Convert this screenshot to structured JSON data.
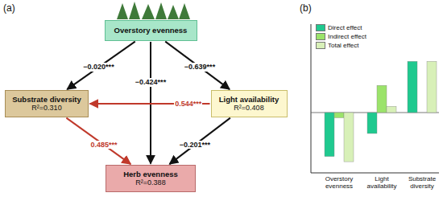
{
  "diagram": {
    "nodes": [
      {
        "text": [
          "Overstory evenness"
        ]
      },
      {
        "text": [
          "Substrate diversity",
          "R²=0.310"
        ]
      },
      {
        "text": [
          "Light availability",
          "R²=0.408"
        ]
      },
      {
        "text": [
          "Herb evenness",
          "R²=0.388"
        ]
      }
    ],
    "edges": [
      {
        "from": 0,
        "to": 1,
        "label": "−0.020***",
        "arrow": "to"
      },
      {
        "from": 0,
        "to": 2,
        "label": "−0.639***",
        "arrow": "to"
      },
      {
        "from": 0,
        "to": 3,
        "label": "−0.424***",
        "arrow": "to"
      },
      {
        "from": 2,
        "to": 1,
        "label": "0.544***",
        "arrow": "to"
      },
      {
        "from": 1,
        "to": 3,
        "label": "0.485***",
        "arrow": "to"
      },
      {
        "from": 2,
        "to": 3,
        "label": "−0.201***",
        "arrow": "to"
      }
    ],
    "labels": [
      "(a)",
      "(b)",
      "Overstory evenness",
      "Light availability",
      "Substrate diversity"
    ],
    "legend": [
      {
        "text": "Direct effect",
        "color": "#1fc98f"
      },
      {
        "text": "Indirect effect",
        "color": "#9be36a"
      },
      {
        "text": "Total effect",
        "color": "#d8f0b8"
      }
    ]
  }
}
